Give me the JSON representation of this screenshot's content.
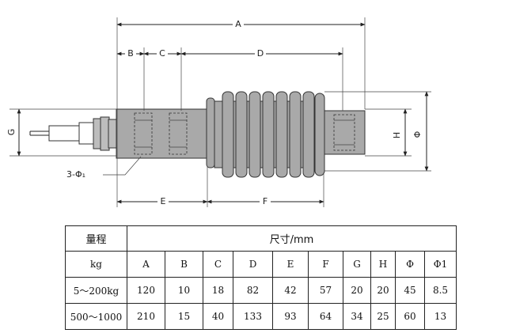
{
  "drawing": {
    "dims": {
      "A": "A",
      "B": "B",
      "C": "C",
      "D": "D",
      "E": "E",
      "F": "F",
      "G": "G",
      "H": "H",
      "phi": "Φ",
      "holes": "3-Φ₁"
    }
  },
  "table": {
    "header_range": "量程",
    "header_size": "尺寸/mm",
    "unit_label": "kg",
    "columns": [
      "A",
      "B",
      "C",
      "D",
      "E",
      "F",
      "G",
      "H",
      "Φ",
      "Φ1"
    ],
    "rows": [
      {
        "range": "5～200kg",
        "values": [
          "120",
          "10",
          "18",
          "82",
          "42",
          "57",
          "20",
          "20",
          "45",
          "8.5"
        ]
      },
      {
        "range": "500～1000",
        "values": [
          "210",
          "15",
          "40",
          "133",
          "93",
          "64",
          "34",
          "25",
          "60",
          "13"
        ]
      }
    ]
  }
}
